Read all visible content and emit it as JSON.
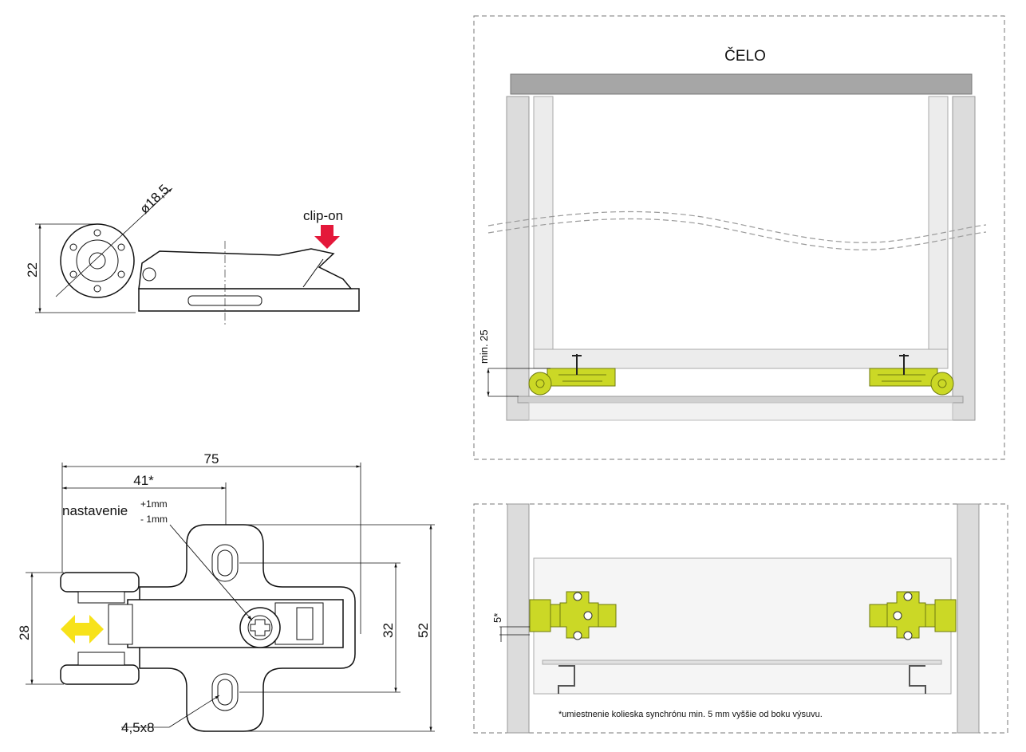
{
  "front_view": {
    "title": "ČELO",
    "dim_min": "min. 25"
  },
  "top_view": {
    "dim_offset": "5*",
    "footnote": "*umiestnenie kolieska synchrónu min. 5 mm vyššie od boku výsuvu."
  },
  "side_view": {
    "dim_diameter": "ø18,5",
    "dim_height": "22",
    "clip_label": "clip-on"
  },
  "plan_view": {
    "dim_total": "75",
    "dim_offset": "41*",
    "adjust_label": "nastavenie",
    "adjust_plus": "+1mm",
    "adjust_minus": "- 1mm",
    "dim_wheel_span": "28",
    "dim_hole_span": "32",
    "dim_plate_height": "52",
    "dim_slot": "4,5x8"
  },
  "colors": {
    "accent_green": "#cbd826",
    "clip_arrow": "#e4183a",
    "adjust_arrow": "#f7e21a",
    "panel_gray": "#d9d9d9",
    "front_gray": "#a6a6a6"
  }
}
